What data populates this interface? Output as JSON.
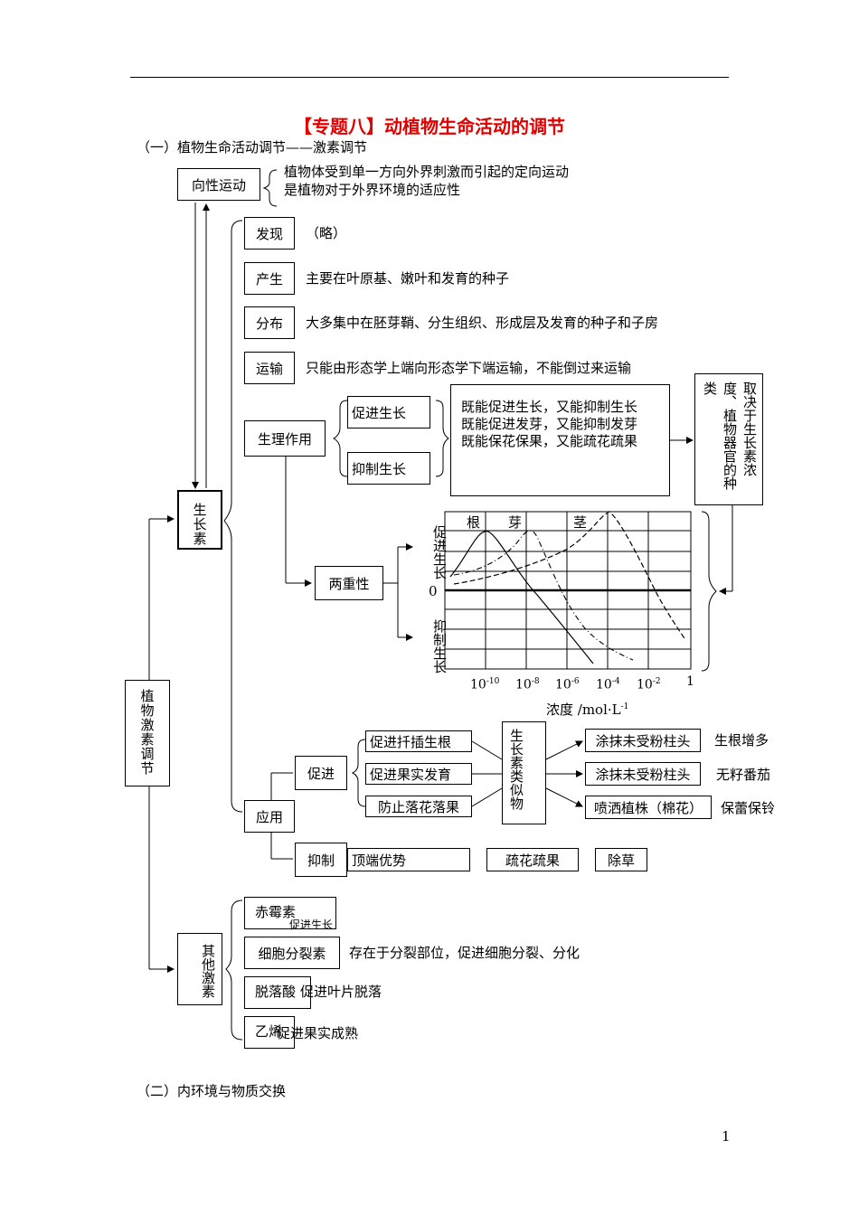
{
  "title": "【专题八】动植物生命活动的调节",
  "section1": "（一）植物生命活动调节——激素调节",
  "section2": "（二）内环境与物质交换",
  "page_number": "1",
  "tropism": {
    "label": "向性运动",
    "desc1": "植物体受到单一方向外界刺激而引起的定向运动",
    "desc2": "是植物对于外界环境的适应性"
  },
  "hormone_root": "植物激素调节",
  "auxin": "生长素",
  "auxin_items": [
    {
      "label": "发现",
      "desc": "（略）"
    },
    {
      "label": "产生",
      "desc": "主要在叶原基、嫩叶和发育的种子"
    },
    {
      "label": "分布",
      "desc": "大多集中在胚芽鞘、分生组织、形成层及发育的种子和子房"
    },
    {
      "label": "运输",
      "desc": "只能由形态学上端向形态学下端运输，不能倒过来运输"
    }
  ],
  "physio": {
    "label": "生理作用",
    "promote": "促进生长",
    "inhibit": "抑制生长",
    "lines": [
      "既能促进生长，又能抑制生长",
      "既能促进发芽，又能抑制发芽",
      "既能保花保果，又能疏花疏果"
    ]
  },
  "decide": "取决于生长素浓度、植物器官的种类",
  "duality": "两重性",
  "graph": {
    "organs": [
      "根",
      "芽",
      "茎"
    ],
    "promote_label": "促进生长",
    "inhibit_label": "抑制生长",
    "zero": "0",
    "ticks": [
      "10-10",
      "10-8",
      "10-6",
      "10-4",
      "10-2",
      "1"
    ],
    "xlabel": "浓度 /mol·L-1"
  },
  "application": {
    "label": "应用",
    "promote": "促进",
    "inhibit": "抑制",
    "promote_items": [
      "促进扦插生根",
      "促进果实发育",
      "防止落花落果"
    ],
    "analog": "生长素类似物",
    "analog_targets": [
      "涂抹未受粉柱头",
      "涂抹未受粉柱头",
      "喷洒植株（棉花）"
    ],
    "results": [
      "生根增多",
      "无籽番茄",
      "保蕾保铃"
    ],
    "inhibit_items": [
      "顶端优势",
      "疏花疏果",
      "除草"
    ]
  },
  "other": {
    "label": "其他激素",
    "items": [
      {
        "label": "赤霉素",
        "desc": "促进生长"
      },
      {
        "label": "细胞分裂素",
        "desc": "存在于分裂部位，促进细胞分裂、分化"
      },
      {
        "label": "脱落酸",
        "desc": "促进叶片脱落"
      },
      {
        "label": "乙烯",
        "desc": "促进果实成熟"
      }
    ]
  }
}
